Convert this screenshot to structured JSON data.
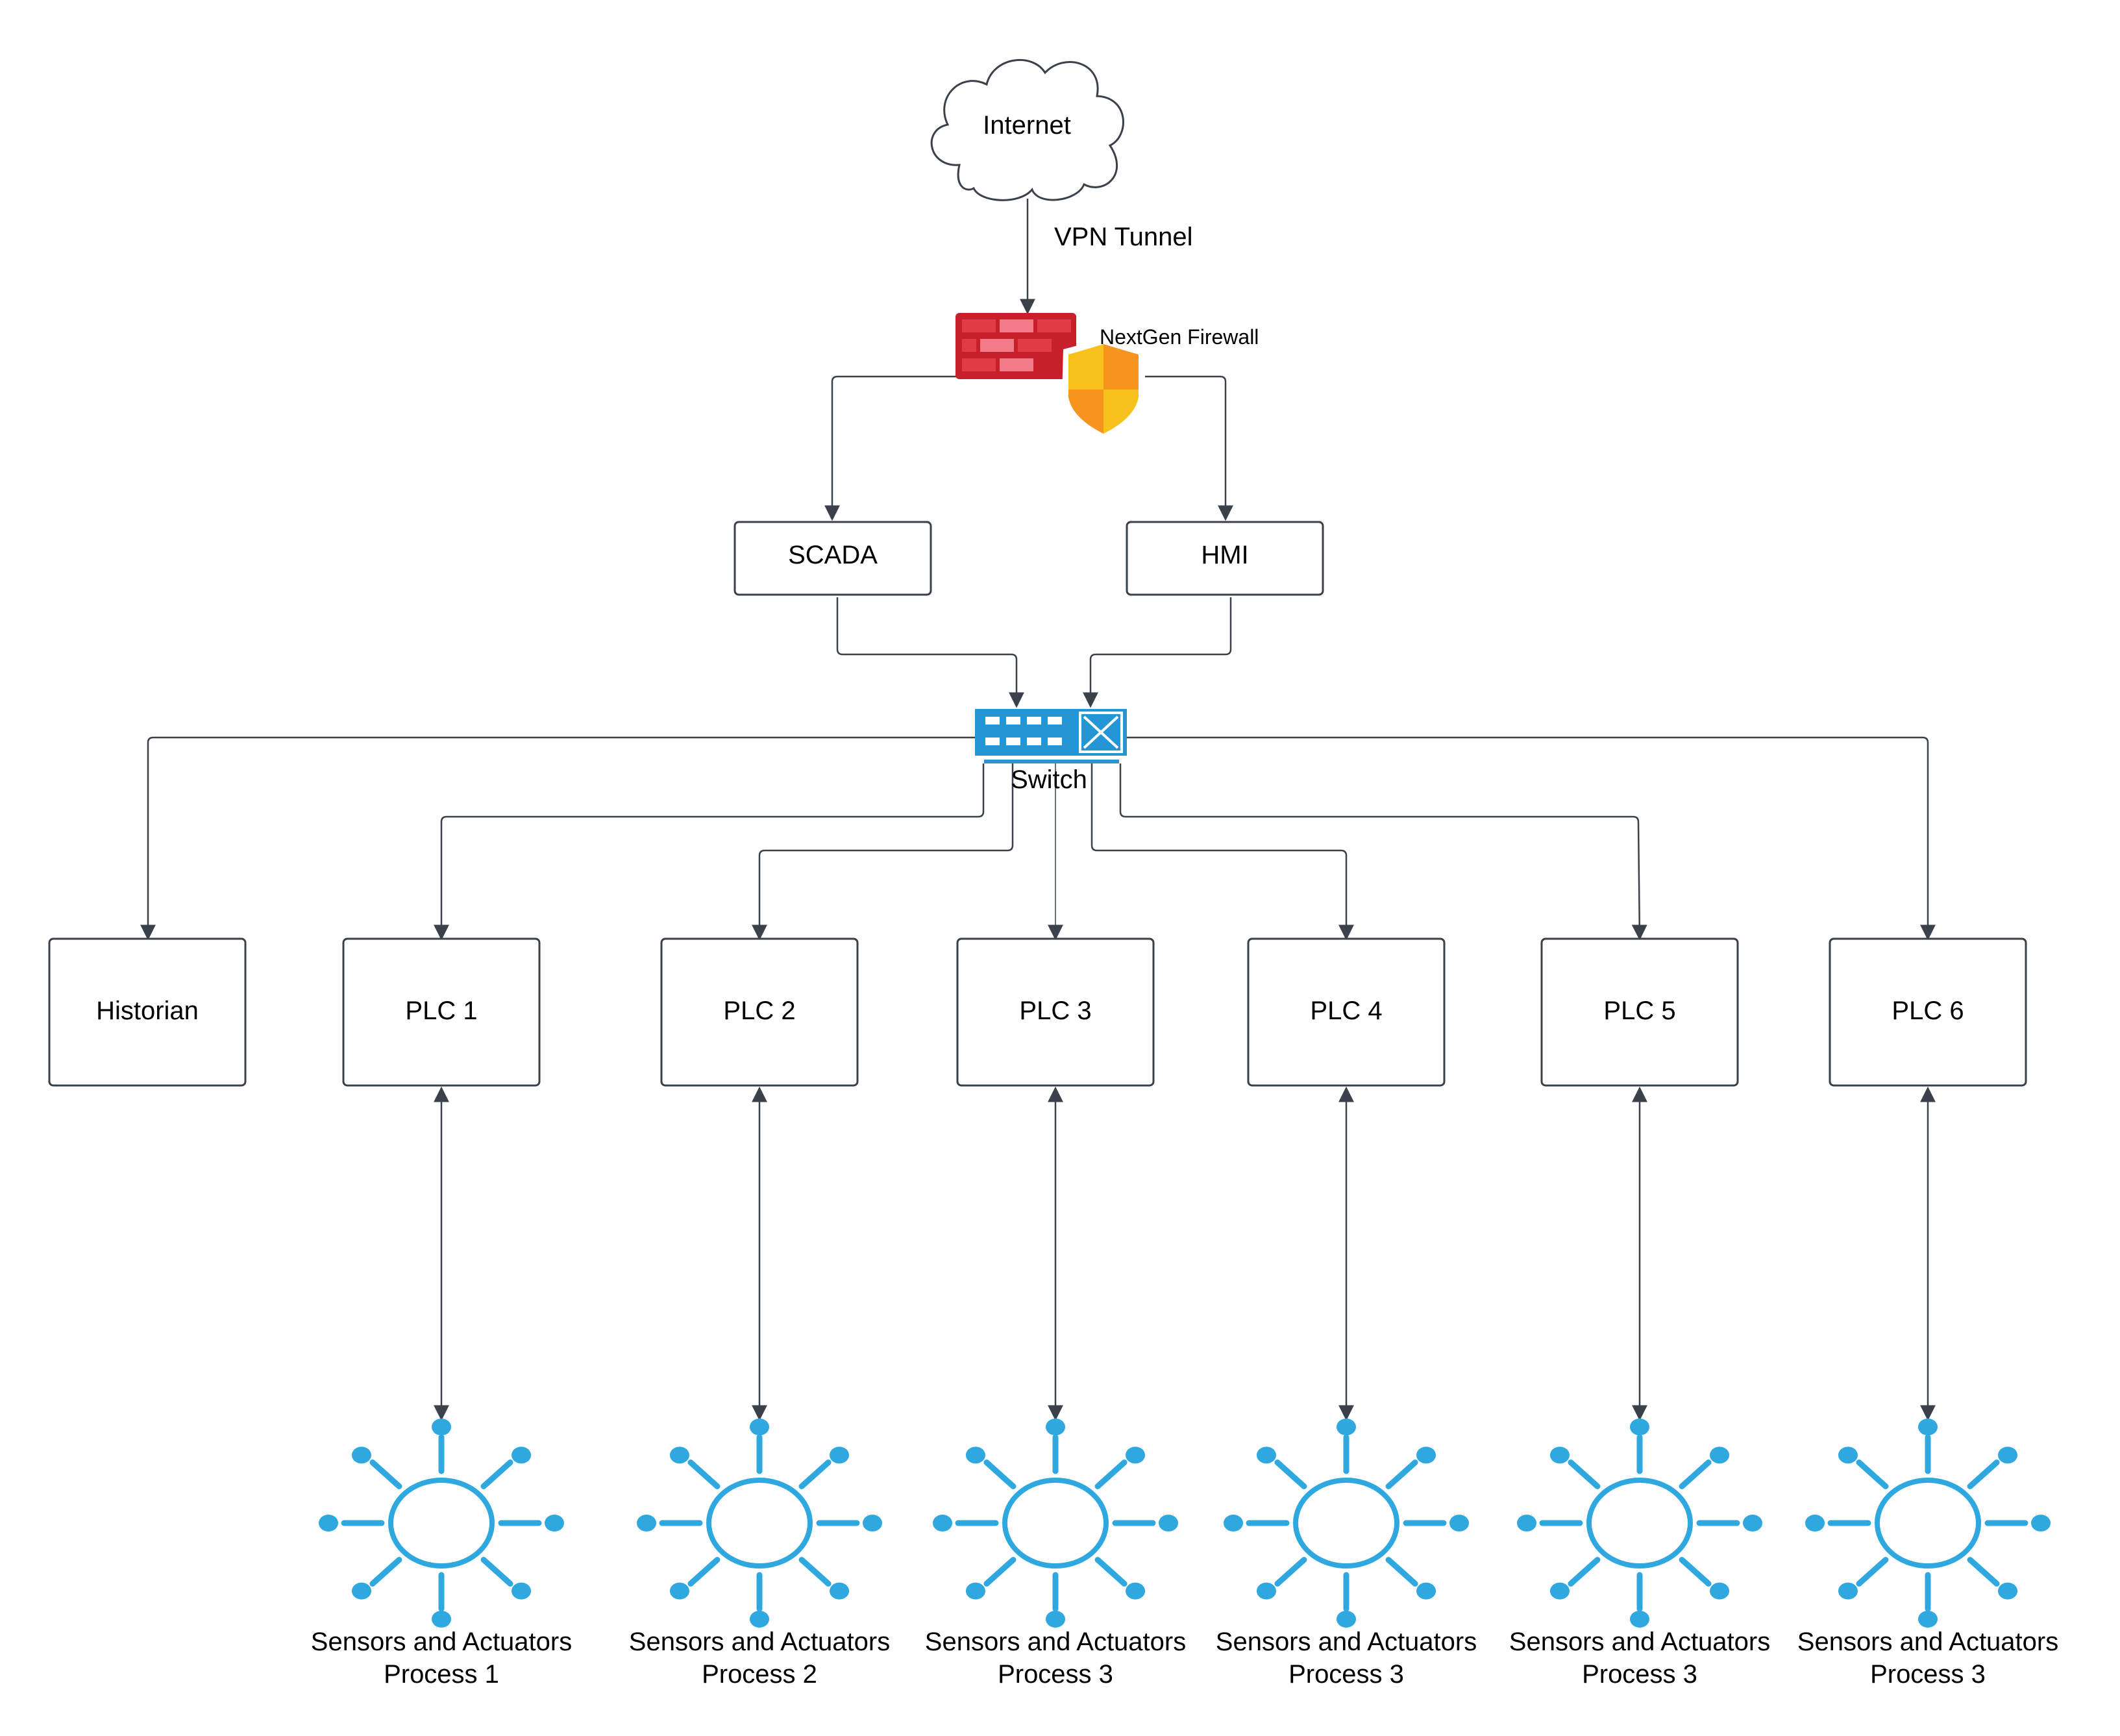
{
  "internet": {
    "label": "Internet"
  },
  "vpn": {
    "label": "VPN Tunnel"
  },
  "firewall": {
    "label": "NextGen Firewall"
  },
  "scada": {
    "label": "SCADA"
  },
  "hmi": {
    "label": "HMI"
  },
  "switch": {
    "label": "Switch"
  },
  "historian": {
    "label": "Historian"
  },
  "plcs": [
    {
      "label": "PLC 1"
    },
    {
      "label": "PLC 2"
    },
    {
      "label": "PLC 3"
    },
    {
      "label": "PLC 4"
    },
    {
      "label": "PLC 5"
    },
    {
      "label": "PLC 6"
    }
  ],
  "processes": [
    {
      "line1": "Sensors and Actuators",
      "line2": "Process 1"
    },
    {
      "line1": "Sensors and Actuators",
      "line2": "Process 2"
    },
    {
      "line1": "Sensors and Actuators",
      "line2": "Process 3"
    },
    {
      "line1": "Sensors and Actuators",
      "line2": "Process 3"
    },
    {
      "line1": "Sensors and Actuators",
      "line2": "Process 3"
    },
    {
      "line1": "Sensors and Actuators",
      "line2": "Process 3"
    }
  ],
  "colors": {
    "line": "#3a414a",
    "box_stroke": "#3a414a",
    "sensor_blue": "#2fa8e0",
    "switch_blue": "#2496d6",
    "firewall_red": "#c8202b",
    "firewall_light": "#f27b8a",
    "shield_yellow": "#f7c21b",
    "shield_orange": "#f7941d"
  }
}
